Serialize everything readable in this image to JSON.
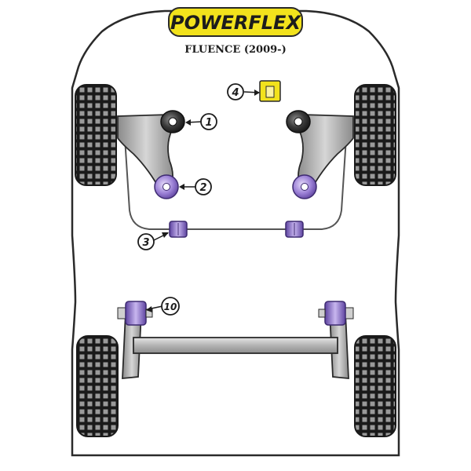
{
  "brand": {
    "name": "POWERFLEX",
    "model": "FLUENCE (2009-)",
    "logo_fill": "#f2e21c",
    "logo_text_color": "#1c1c1c"
  },
  "colors": {
    "body_outline": "#2a2a2a",
    "body_fill": "#ffffff",
    "tyre_dark": "#1a1a1a",
    "tyre_tread": "#9a9a9a",
    "arm_fill": "#bdbdbd",
    "bush_purple": "#7c5fb8",
    "bush_black": "#222222",
    "bush_yellow": "#f2e21c"
  },
  "callouts": [
    {
      "id": "1",
      "label": "1",
      "part": "front-wishbone-front-bush"
    },
    {
      "id": "2",
      "label": "2",
      "part": "front-wishbone-rear-bush"
    },
    {
      "id": "3",
      "label": "3",
      "part": "front-anti-roll-bar-bush"
    },
    {
      "id": "4",
      "label": "4",
      "part": "engine-mount-insert"
    },
    {
      "id": "10",
      "label": "10",
      "part": "rear-beam-mount-bush"
    }
  ]
}
